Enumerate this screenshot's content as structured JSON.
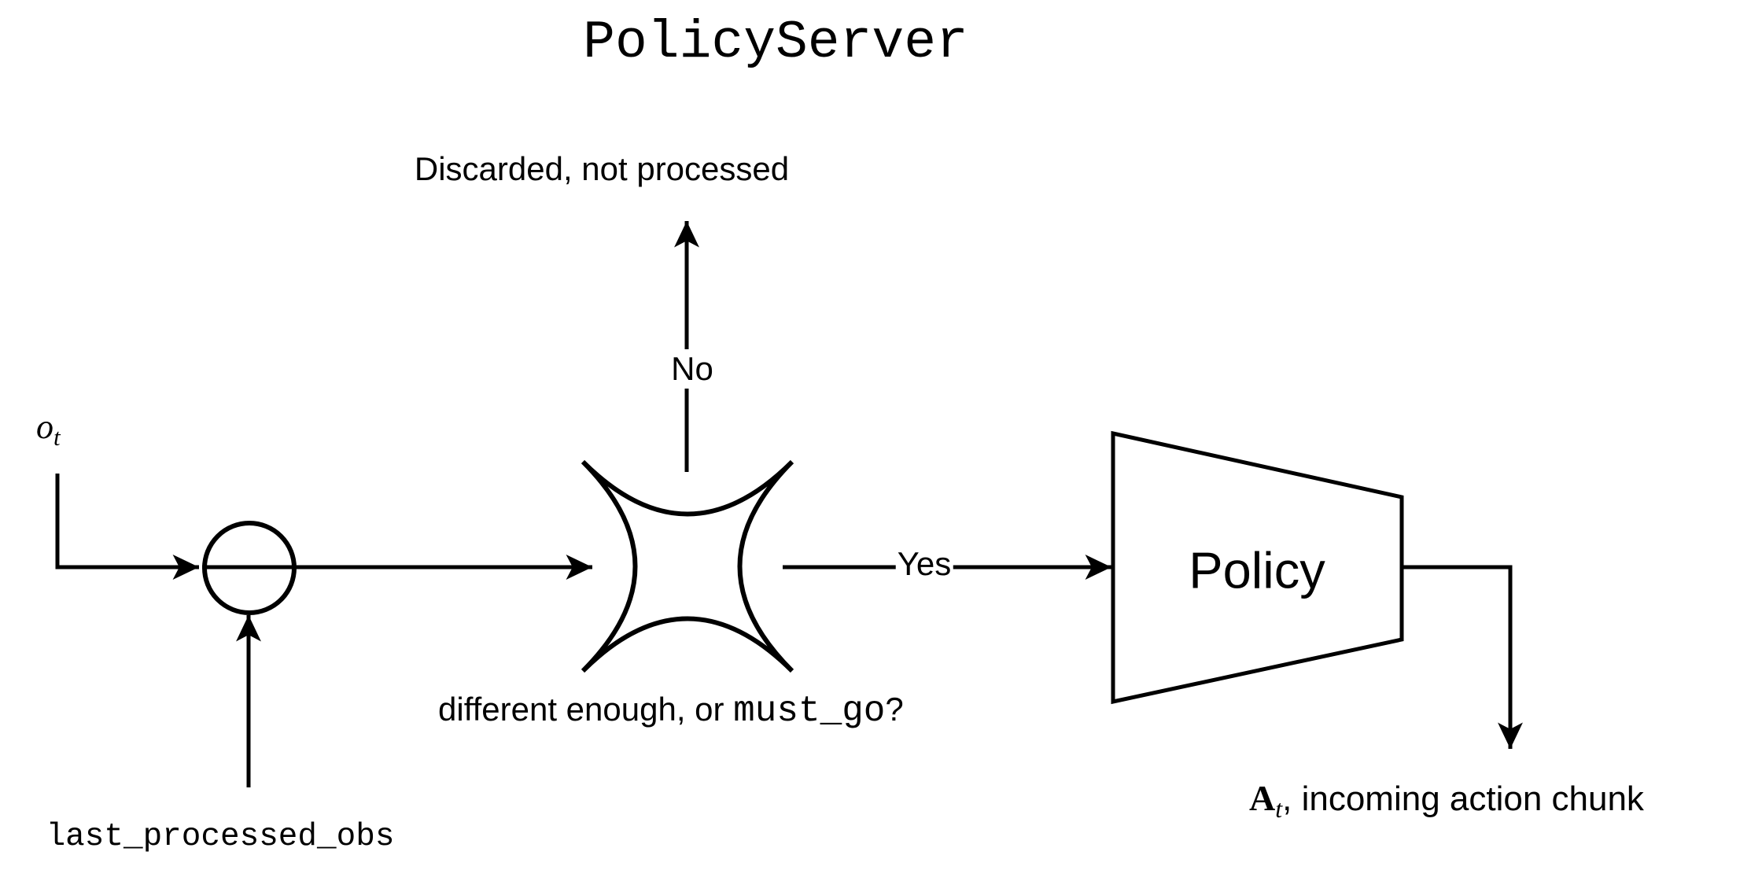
{
  "title": "PolicyServer",
  "labels": {
    "discarded": "Discarded, not processed",
    "no": "No",
    "yes": "Yes",
    "decision_prefix": "different enough, or ",
    "decision_code": "must_go",
    "decision_suffix": "?",
    "last_processed_obs": "last_processed_obs"
  },
  "math": {
    "observation_symbol": "o",
    "observation_subscript": "t",
    "action_symbol": "A",
    "action_subscript": "t",
    "action_description": ", incoming action chunk"
  },
  "nodes": {
    "policy": "Policy"
  },
  "colors": {
    "stroke": "#000000",
    "background": "#ffffff"
  }
}
